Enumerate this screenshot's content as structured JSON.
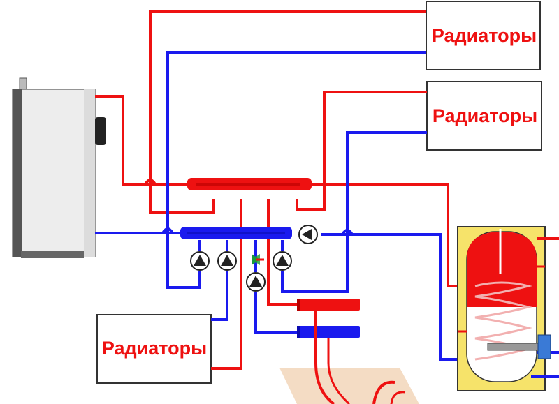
{
  "radiators": [
    {
      "label": "Радиаторы"
    },
    {
      "label": "Радиаторы"
    },
    {
      "label": "Радиаторы"
    }
  ],
  "colors": {
    "supply": "#ee1111",
    "return": "#1a1aee",
    "tank_body": "#f6e36a",
    "tank_hot": "#ee1111",
    "coil": "#f2b0b0",
    "boiler": "#ececec",
    "floor": "#f4dcc4"
  }
}
